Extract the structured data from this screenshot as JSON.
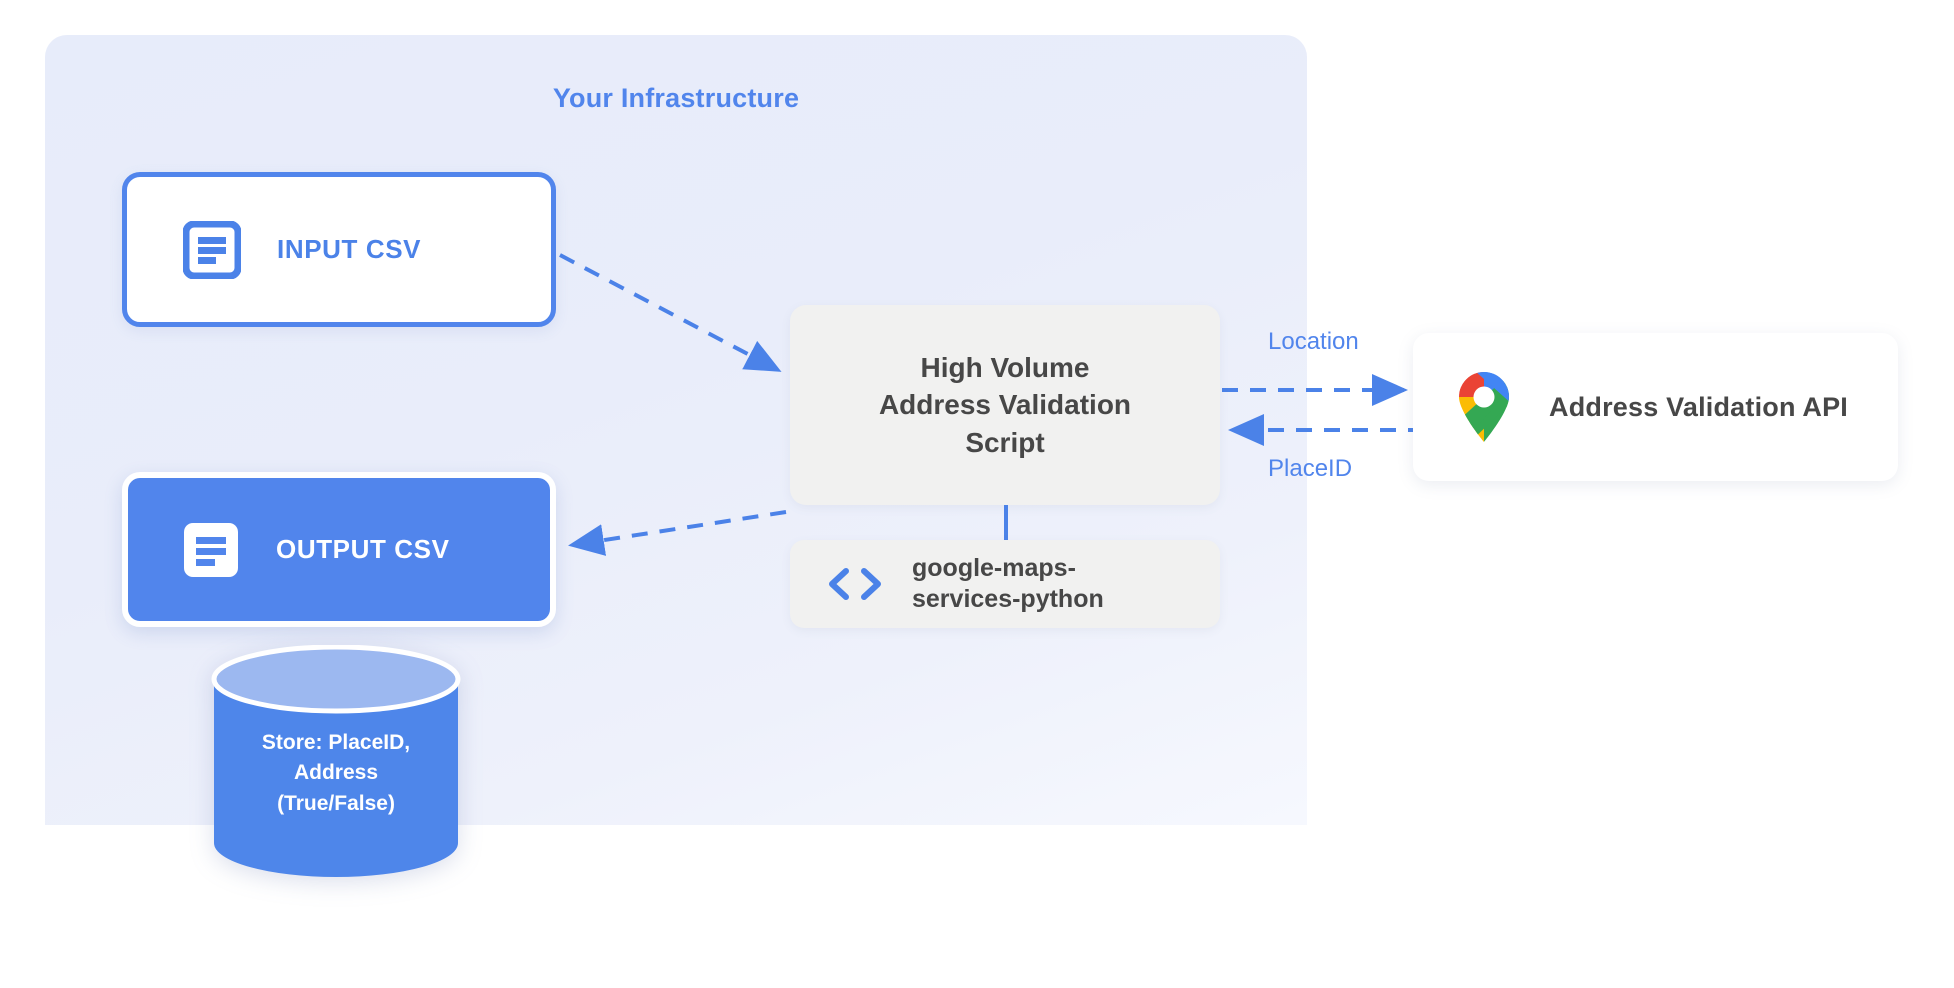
{
  "panel": {
    "title": "Your Infrastructure",
    "accent_color": "#5185ec",
    "background_color": "#e8ecfa"
  },
  "nodes": {
    "input_csv": {
      "label": "INPUT CSV",
      "icon": "document-lines-icon",
      "border_color": "#5185ec",
      "fill_color": "#ffffff",
      "text_color": "#4b82e8"
    },
    "output_csv": {
      "label": "OUTPUT CSV",
      "icon": "document-lines-icon",
      "fill_color": "#5185ec",
      "text_color": "#ffffff"
    },
    "script": {
      "line1": "High Volume",
      "line2": "Address Validation",
      "line3": "Script",
      "fill_color": "#f1f1f0",
      "text_color": "#474747"
    },
    "library": {
      "line1": "google-maps-",
      "line2": "services-python",
      "icon": "code-brackets-icon",
      "fill_color": "#f1f1f0",
      "text_color": "#474747"
    },
    "api": {
      "label": "Address Validation API",
      "icon": "google-maps-pin-icon",
      "fill_color": "#ffffff",
      "text_color": "#474747"
    },
    "database": {
      "line1": "Store: PlaceID,",
      "line2": "Address",
      "line3": "(True/False)",
      "body_color": "#4e86ea",
      "top_color": "#9cb8f0",
      "text_color": "#ffffff"
    }
  },
  "edges": {
    "input_to_script": {
      "style": "dashed",
      "color": "#4b82e8",
      "direction": "right"
    },
    "script_to_output": {
      "style": "dashed",
      "color": "#4b82e8",
      "direction": "left"
    },
    "script_to_api": {
      "label": "Location",
      "style": "dashed",
      "color": "#4b82e8",
      "direction": "right"
    },
    "api_to_script": {
      "label": "PlaceID",
      "style": "dashed",
      "color": "#4b82e8",
      "direction": "left"
    },
    "script_to_library": {
      "style": "solid",
      "color": "#4b82e8"
    }
  }
}
